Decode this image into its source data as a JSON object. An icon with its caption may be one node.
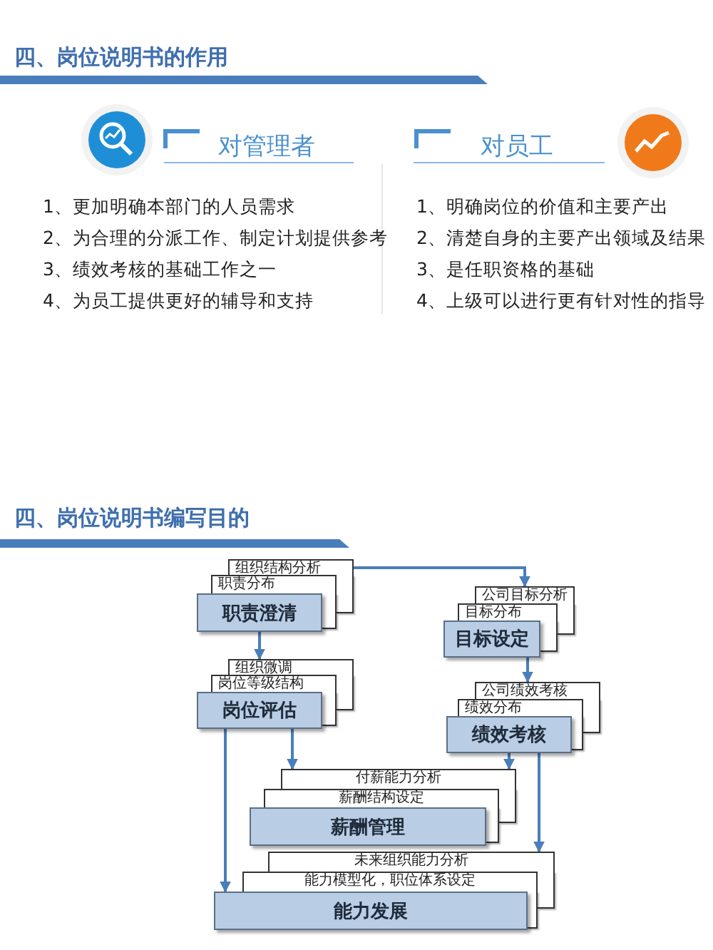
{
  "diagram": {
    "nodes": [
      {
        "text": [
          "组织结构分析"
        ]
      },
      {
        "text": [
          "职责分布"
        ]
      },
      {
        "text": [
          "职责澄清"
        ]
      },
      {
        "text": [
          "公司目标分析"
        ]
      },
      {
        "text": [
          "目标分布"
        ]
      },
      {
        "text": [
          "目标设定"
        ]
      },
      {
        "text": [
          "组织微调"
        ]
      },
      {
        "text": [
          "岗位等级结构"
        ]
      },
      {
        "text": [
          "岗位评估"
        ]
      },
      {
        "text": [
          "公司绩效考核"
        ]
      },
      {
        "text": [
          "绩效分布"
        ]
      },
      {
        "text": [
          "绩效考核"
        ]
      },
      {
        "text": [
          "付薪能力分析"
        ]
      },
      {
        "text": [
          "薪酬结构设定"
        ]
      },
      {
        "text": [
          "薪酬管理"
        ]
      },
      {
        "text": [
          "未来组织能力分析"
        ]
      },
      {
        "text": [
          "能力模型化，职位体系设定"
        ]
      },
      {
        "text": [
          "能力发展"
        ]
      }
    ],
    "edges": [
      {
        "from": 0,
        "to": 3,
        "arrow": "to"
      },
      {
        "from": 2,
        "to": 6,
        "arrow": "to"
      },
      {
        "from": 5,
        "to": 9,
        "arrow": "to"
      },
      {
        "from": 8,
        "to": 12,
        "arrow": "to"
      },
      {
        "from": 8,
        "to": 17,
        "arrow": "to"
      },
      {
        "from": 11,
        "to": 12,
        "arrow": "to"
      },
      {
        "from": 11,
        "to": 15,
        "arrow": "to"
      }
    ],
    "labels": [
      "四、岗位说明书的作用",
      "对管理者",
      "对员工",
      "1、更加明确本部门的人员需求",
      "2、为合理的分派工作、制定计划提供参考",
      "3、绩效考核的基础工作之一",
      "4、为员工提供更好的辅导和支持",
      "1、明确岗位的价值和主要产出",
      "2、清楚自身的主要产出领域及结果",
      "3、是任职资格的基础",
      "4、上级可以进行更有针对性的指导",
      "四、岗位说明书编写目的"
    ]
  }
}
